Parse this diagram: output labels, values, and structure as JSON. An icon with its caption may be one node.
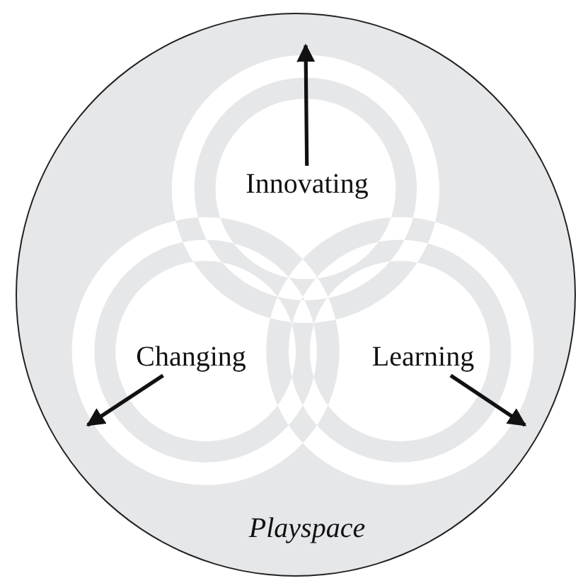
{
  "diagram": {
    "nodes": [
      {
        "text": [
          "Playspace"
        ]
      },
      {
        "text": [
          "Innovating"
        ],
        "in": 0
      },
      {
        "text": [
          "Changing"
        ],
        "in": 0
      },
      {
        "text": [
          "Learning"
        ],
        "in": 0
      }
    ],
    "edges": [
      {
        "from": 1,
        "to": null,
        "arrow": "to"
      },
      {
        "from": 2,
        "to": null,
        "arrow": "to"
      },
      {
        "from": 3,
        "to": null,
        "arrow": "to"
      }
    ]
  }
}
